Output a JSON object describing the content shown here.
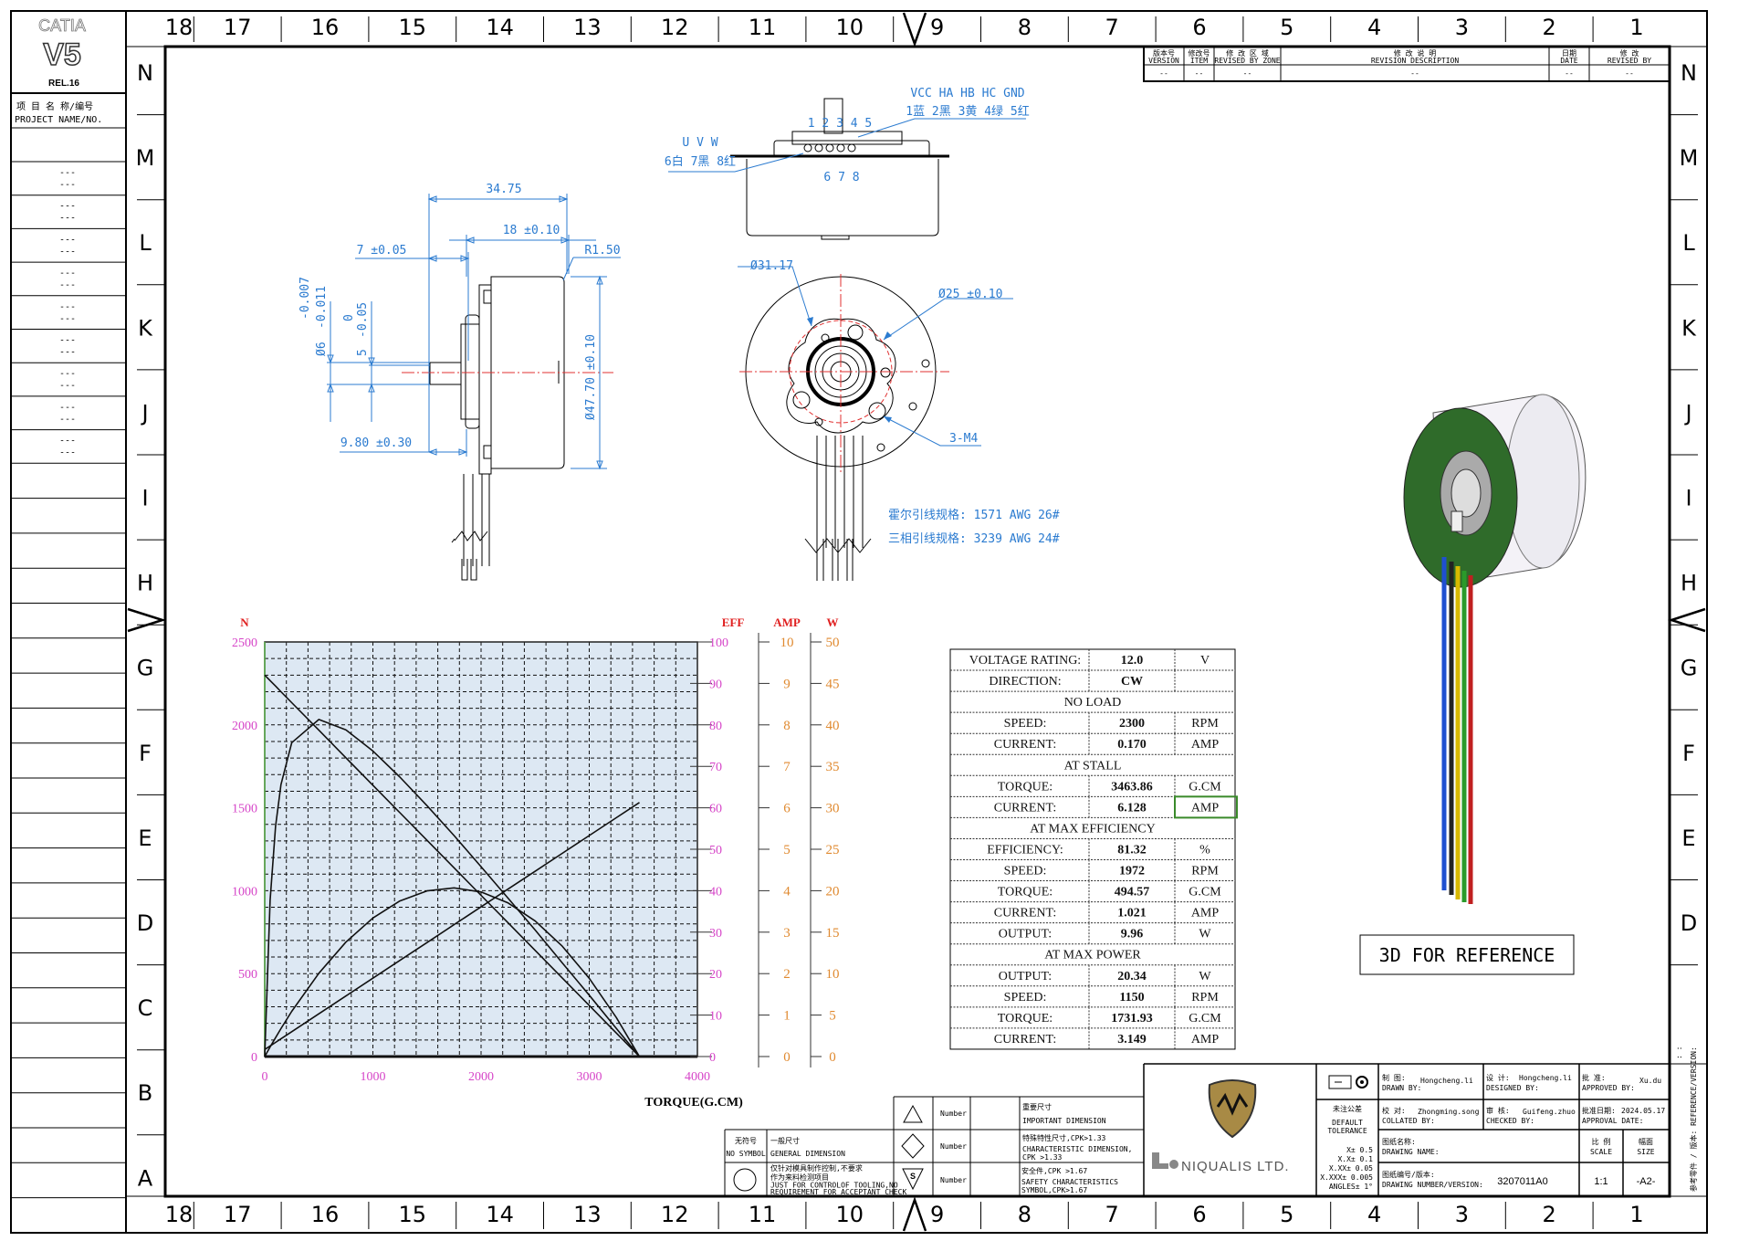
{
  "sidebar": {
    "logo": {
      "brand": "CATIA",
      "version": "V5",
      "release": "REL.16"
    },
    "project_label_cn": "项 目 名 称/编号",
    "project_label_en": "PROJECT NAME/NO.",
    "rows": [
      [
        "---",
        "---"
      ],
      [
        "---",
        "---"
      ],
      [
        "---",
        "---"
      ],
      [
        "---",
        "---"
      ],
      [
        "---",
        "---"
      ],
      [
        "---",
        "---"
      ],
      [
        "---",
        "---"
      ],
      [
        "---",
        "---"
      ],
      [
        "---",
        "---"
      ]
    ]
  },
  "zones": {
    "columns": [
      "18",
      "17",
      "16",
      "15",
      "14",
      "13",
      "12",
      "11",
      "10",
      "9",
      "8",
      "7",
      "6",
      "5",
      "4",
      "3",
      "2",
      "1"
    ],
    "rows": [
      "N",
      "M",
      "L",
      "K",
      "J",
      "I",
      "H",
      "G",
      "F",
      "E",
      "D",
      "C",
      "B",
      "A"
    ]
  },
  "revision_table": {
    "headers": [
      {
        "cn": "版本号",
        "en": "VERSION"
      },
      {
        "cn": "修改号",
        "en": "ITEM"
      },
      {
        "cn": "修 改 区 域",
        "en": "REVISED BY ZONE"
      },
      {
        "cn": "修 改 说 明",
        "en": "REVISION DESCRIPTION"
      },
      {
        "cn": "日期",
        "en": "DATE"
      },
      {
        "cn": "修 改",
        "en": "REVISED BY"
      }
    ],
    "values": [
      "--",
      "--",
      "--",
      "--",
      "--",
      "--"
    ]
  },
  "drawing": {
    "side_view": {
      "overall_length": "34.75",
      "body_length": "18 ±0.10",
      "flange_offset": "7 ±0.05",
      "corner_radius": "R1.50",
      "shaft_diameter": "Ø6",
      "shaft_tol_upper": "-0.007",
      "shaft_tol_lower": "-0.011",
      "flat_size": "5",
      "flat_tol_upper": "0",
      "flat_tol_lower": "-0.05",
      "body_diameter": "Ø47.70 ±0.10",
      "shaft_length": "9.80 ±0.30"
    },
    "top_view": {
      "hall_signals": "VCC HA  HB  HC  GND",
      "hall_colors": "1蓝 2黑 3黄 4绿 5红",
      "hall_pins": "1 2 3 4 5",
      "phase_signals": "U  V  W",
      "phase_colors": "6白 7黑 8红",
      "phase_pins": "6 7 8"
    },
    "front_view": {
      "hole_circle": "Ø31.17",
      "pilot_diameter": "Ø25 ±0.10",
      "mount_holes": "3-M4"
    },
    "wire_specs": [
      "霍尔引线规格:  1571 AWG 26#",
      "三相引线规格:  3239 AWG 24#"
    ]
  },
  "chart_data": {
    "type": "line",
    "title": "",
    "xlabel": "TORQUE(G.CM)",
    "xlim": [
      0,
      4000
    ],
    "x_ticks": [
      "0",
      "1000",
      "2000",
      "3000",
      "4000"
    ],
    "grid": true,
    "axes": {
      "N": {
        "label": "N",
        "range": [
          0,
          2500
        ],
        "ticks": [
          "0",
          "500",
          "1000",
          "1500",
          "2000",
          "2500"
        ]
      },
      "EFF": {
        "label": "EFF",
        "range": [
          0,
          100
        ],
        "ticks": [
          "0",
          "10",
          "20",
          "30",
          "40",
          "50",
          "60",
          "70",
          "80",
          "90",
          "100"
        ]
      },
      "AMP": {
        "label": "AMP",
        "range": [
          0,
          10
        ],
        "ticks": [
          "0",
          "1",
          "2",
          "3",
          "4",
          "5",
          "6",
          "7",
          "8",
          "9",
          "10"
        ]
      },
      "W": {
        "label": "W",
        "range": [
          0,
          50
        ],
        "ticks": [
          "0",
          "5",
          "10",
          "15",
          "20",
          "25",
          "30",
          "35",
          "40",
          "45",
          "50"
        ]
      }
    },
    "x": [
      0,
      50,
      100,
      150,
      250,
      500,
      750,
      1000,
      1250,
      1500,
      1750,
      2000,
      2250,
      2500,
      2750,
      3000,
      3250,
      3463.86
    ],
    "series": [
      {
        "name": "Speed",
        "axis": "N",
        "values": [
          2300,
          2267,
          2234,
          2200,
          2134,
          1968,
          1802,
          1636,
          1470,
          1304,
          1138,
          972,
          806,
          640,
          474,
          308,
          142,
          0
        ]
      },
      {
        "name": "Current",
        "axis": "AMP",
        "values": [
          0.17,
          0.256,
          0.342,
          0.428,
          0.6,
          1.03,
          1.46,
          1.89,
          2.32,
          2.75,
          3.18,
          3.61,
          4.04,
          4.47,
          4.9,
          5.33,
          5.76,
          6.128
        ]
      },
      {
        "name": "Output",
        "axis": "W",
        "values": [
          0,
          1.157,
          2.281,
          3.371,
          5.448,
          10.049,
          13.8,
          16.71,
          18.77,
          19.98,
          20.34,
          19.85,
          18.52,
          16.34,
          13.31,
          9.436,
          4.713,
          0
        ]
      },
      {
        "name": "Efficiency",
        "axis": "EFF",
        "values": [
          0,
          37.7,
          55.6,
          65.6,
          75.7,
          81.3,
          78.8,
          73.7,
          67.4,
          60.5,
          53.3,
          45.8,
          38.2,
          30.5,
          22.6,
          14.8,
          6.8,
          0
        ]
      }
    ]
  },
  "spec_table": {
    "rows": [
      {
        "label": "VOLTAGE RATING:",
        "value": "12.0",
        "unit": "V"
      },
      {
        "label": "DIRECTION:",
        "value": "CW",
        "unit": ""
      },
      {
        "section": "NO LOAD"
      },
      {
        "label": "SPEED:",
        "value": "2300",
        "unit": "RPM"
      },
      {
        "label": "CURRENT:",
        "value": "0.170",
        "unit": "AMP"
      },
      {
        "section": "AT STALL"
      },
      {
        "label": "TORQUE:",
        "value": "3463.86",
        "unit": "G.CM"
      },
      {
        "label": "CURRENT:",
        "value": "6.128",
        "unit": "AMP"
      },
      {
        "section": "AT MAX EFFICIENCY"
      },
      {
        "label": "EFFICIENCY:",
        "value": "81.32",
        "unit": "%"
      },
      {
        "label": "SPEED:",
        "value": "1972",
        "unit": "RPM"
      },
      {
        "label": "TORQUE:",
        "value": "494.57",
        "unit": "G.CM"
      },
      {
        "label": "CURRENT:",
        "value": "1.021",
        "unit": "AMP"
      },
      {
        "label": "OUTPUT:",
        "value": "9.96",
        "unit": "W"
      },
      {
        "section": "AT MAX POWER"
      },
      {
        "label": "OUTPUT:",
        "value": "20.34",
        "unit": "W"
      },
      {
        "label": "SPEED:",
        "value": "1150",
        "unit": "RPM"
      },
      {
        "label": "TORQUE:",
        "value": "1731.93",
        "unit": "G.CM"
      },
      {
        "label": "CURRENT:",
        "value": "3.149",
        "unit": "AMP"
      }
    ]
  },
  "reference_label": "3D FOR REFERENCE",
  "symbol_table": {
    "important": {
      "number": "Number",
      "cn": "重要尺寸",
      "en": "IMPORTANT DIMENSION"
    },
    "characteristic": {
      "number": "Number",
      "cn": "特殊特性尺寸,CPK>1.33",
      "en1": "CHARACTERISTIC DIMENSION,",
      "en2": "CPK >1.33"
    },
    "safety": {
      "number": "Number",
      "cn": "安全件,CPK >1.67",
      "en1": "SAFETY CHARACTERISTICS",
      "en2": "SYMBOL,CPK>1.67",
      "symbol": "S"
    },
    "no_symbol": {
      "cn": "无符号",
      "en": "NO SYMBOL",
      "desc_cn": "一般尺寸",
      "desc_en": "GENERAL DIMENSION"
    },
    "tooling": {
      "cn1": "仅针对模具制作控制,不要求",
      "cn2": "作为来料检测项目",
      "en1": "JUST FOR CONTROLOF TOOLING,NO",
      "en2": "REQUIREMENT FOR ACCEPTANT CHECK"
    }
  },
  "title_block": {
    "company": "NIQUALIS LTD.",
    "logo_text": "UNIQUALIS",
    "tolerance": {
      "cn": "未注公差",
      "en1": "DEFAULT",
      "en2": "TOLERANCE",
      "lines": [
        "X± 0.5",
        "X.X± 0.1",
        "X.XX± 0.05",
        "X.XXX± 0.005",
        "ANGLES± 1°"
      ]
    },
    "drawn_by": {
      "cn": "制  图:",
      "en": "DRAWN BY:",
      "value": "Hongcheng.li"
    },
    "designed_by": {
      "cn": "设  计:",
      "en": "DESIGNED BY:",
      "value": "Hongcheng.li"
    },
    "approved_by": {
      "cn": "批  准:",
      "en": "APPROVED BY:",
      "value": "Xu.du"
    },
    "collated_by": {
      "cn": "校  对:",
      "en": "COLLATED BY:",
      "value": "Zhongming.song"
    },
    "checked_by": {
      "cn": "审  核:",
      "en": "CHECKED BY:",
      "value": "Guifeng.zhuo"
    },
    "approval_date": {
      "cn": "批准日期:",
      "en": "APPROVAL DATE:",
      "value": "2024.05.17"
    },
    "drawing_name": {
      "cn": "图纸名称:",
      "en": "DRAWING NAME:",
      "value": ""
    },
    "drawing_number": {
      "cn": "图纸编号/版本:",
      "en": "DRAWING NUMBER/VERSION:",
      "value": "3207011A0"
    },
    "scale": {
      "cn": "比 例",
      "en": "SCALE",
      "value": "1:1"
    },
    "size": {
      "cn": "幅面",
      "en": "SIZE",
      "value": "-A2-"
    },
    "reference": "参考零件 / 版本:  REFERENCE/VERSION:",
    "reference_marks": ": :"
  },
  "colors": {
    "dimension": "#2b7bd0",
    "centerline": "#e03030",
    "left_axis": "#d645c8",
    "right_axis": "#e08a30",
    "axis_title": "#e02020",
    "plot_bg": "#dde8f3",
    "wires": [
      "#1f4fd0",
      "#111111",
      "#e0c000",
      "#2a9a2a",
      "#d02020"
    ]
  }
}
